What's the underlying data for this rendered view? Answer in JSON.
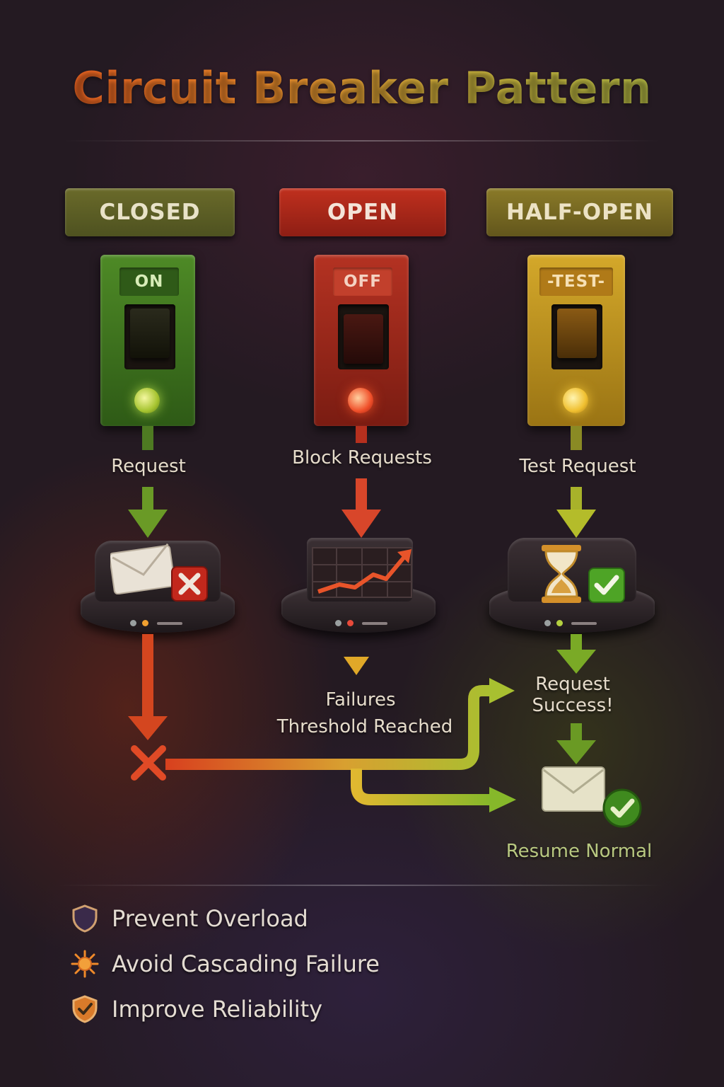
{
  "title": "Circuit Breaker Pattern",
  "states": [
    {
      "label": "CLOSED",
      "switch_tag": "ON",
      "caption": "Request"
    },
    {
      "label": "OPEN",
      "switch_tag": "OFF",
      "caption": "Block Requests"
    },
    {
      "label": "HALF-OPEN",
      "switch_tag": "-TEST-",
      "caption": "Test Request"
    }
  ],
  "flow_labels": {
    "failures": "Failures",
    "threshold": "Threshold Reached",
    "request_success_1": "Request",
    "request_success_2": "Success!",
    "resume_normal": "Resume Normal"
  },
  "benefits": [
    {
      "icon": "shield-icon",
      "label": "Prevent Overload"
    },
    {
      "icon": "burst-icon",
      "label": "Avoid Cascading Failure"
    },
    {
      "icon": "shield-check-icon",
      "label": "Improve Reliability"
    }
  ],
  "colors": {
    "closed": "#5a8a22",
    "open": "#b8301e",
    "half_open": "#c89a22",
    "failure_line": "#d84a22",
    "success_line": "#7ab232"
  }
}
